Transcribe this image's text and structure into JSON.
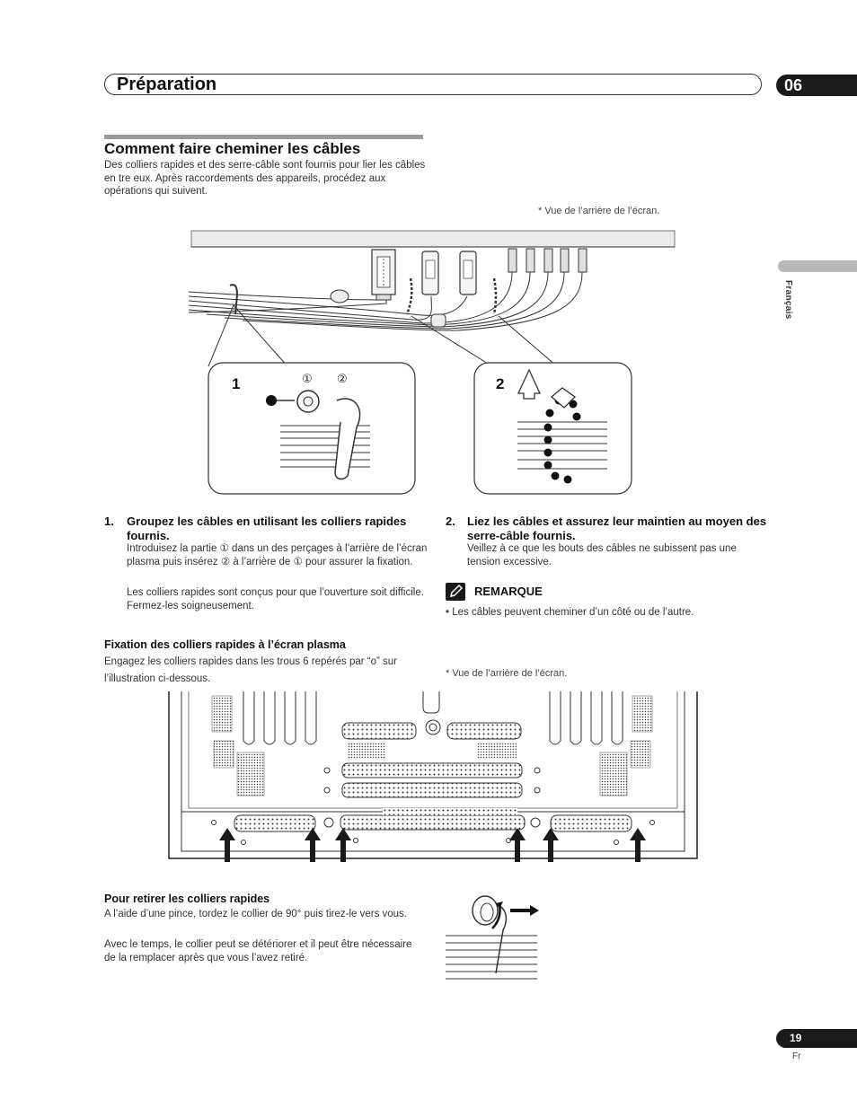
{
  "header": {
    "title": "Préparation",
    "chapter": "06"
  },
  "side_tab": {
    "language": "Français"
  },
  "section": {
    "title": "Comment faire cheminer les câbles",
    "intro": "Des colliers rapides et des serre-câble sont fournis pour lier les câbles en tre eux. Après raccordements des appareils, procédez aux opérations qui suivent."
  },
  "captions": {
    "top": "* Vue de l’arrière de l’écran.",
    "bottom": "* Vue de l’arrière de l’écran."
  },
  "diagram_labels": {
    "callout1": "1",
    "callout2": "2",
    "part1": "①",
    "part2": "②"
  },
  "steps": [
    {
      "number": "1.",
      "title": "Groupez les câbles en utilisant les colliers rapides fournis.",
      "paragraphs": [
        "Introduisez la partie ① dans un des perçages à l’arrière de l’écran plasma puis insérez ② à l’arrière de ① pour assurer la fixation.",
        "Les colliers rapides sont conçus pour que l’ouverture soit difficile. Fermez-les soigneusement."
      ]
    },
    {
      "number": "2.",
      "title": "Liez les câbles et assurez leur maintien au moyen des serre-câble fournis.",
      "paragraphs": [
        "Veillez à ce que les bouts des câbles ne subissent pas une tension excessive."
      ]
    }
  ],
  "note": {
    "label": "REMARQUE",
    "bullet": "•  Les câbles peuvent cheminer d’un côté ou de l’autre."
  },
  "fixation": {
    "heading": "Fixation des colliers rapides à l’écran plasma",
    "text": "Engagez les colliers rapides dans les trous 6 repérés par “o” sur l’illustration ci-dessous."
  },
  "removal": {
    "heading": "Pour retirer les colliers rapides",
    "p1": "A l’aide d’une pince, tordez le collier de 90° puis tirez-le vers vous.",
    "p2": "Avec le temps, le collier peut se détériorer et il peut être nécessaire de la remplacer après que vous l’avez retiré."
  },
  "footer": {
    "page": "19",
    "lang": "Fr"
  }
}
